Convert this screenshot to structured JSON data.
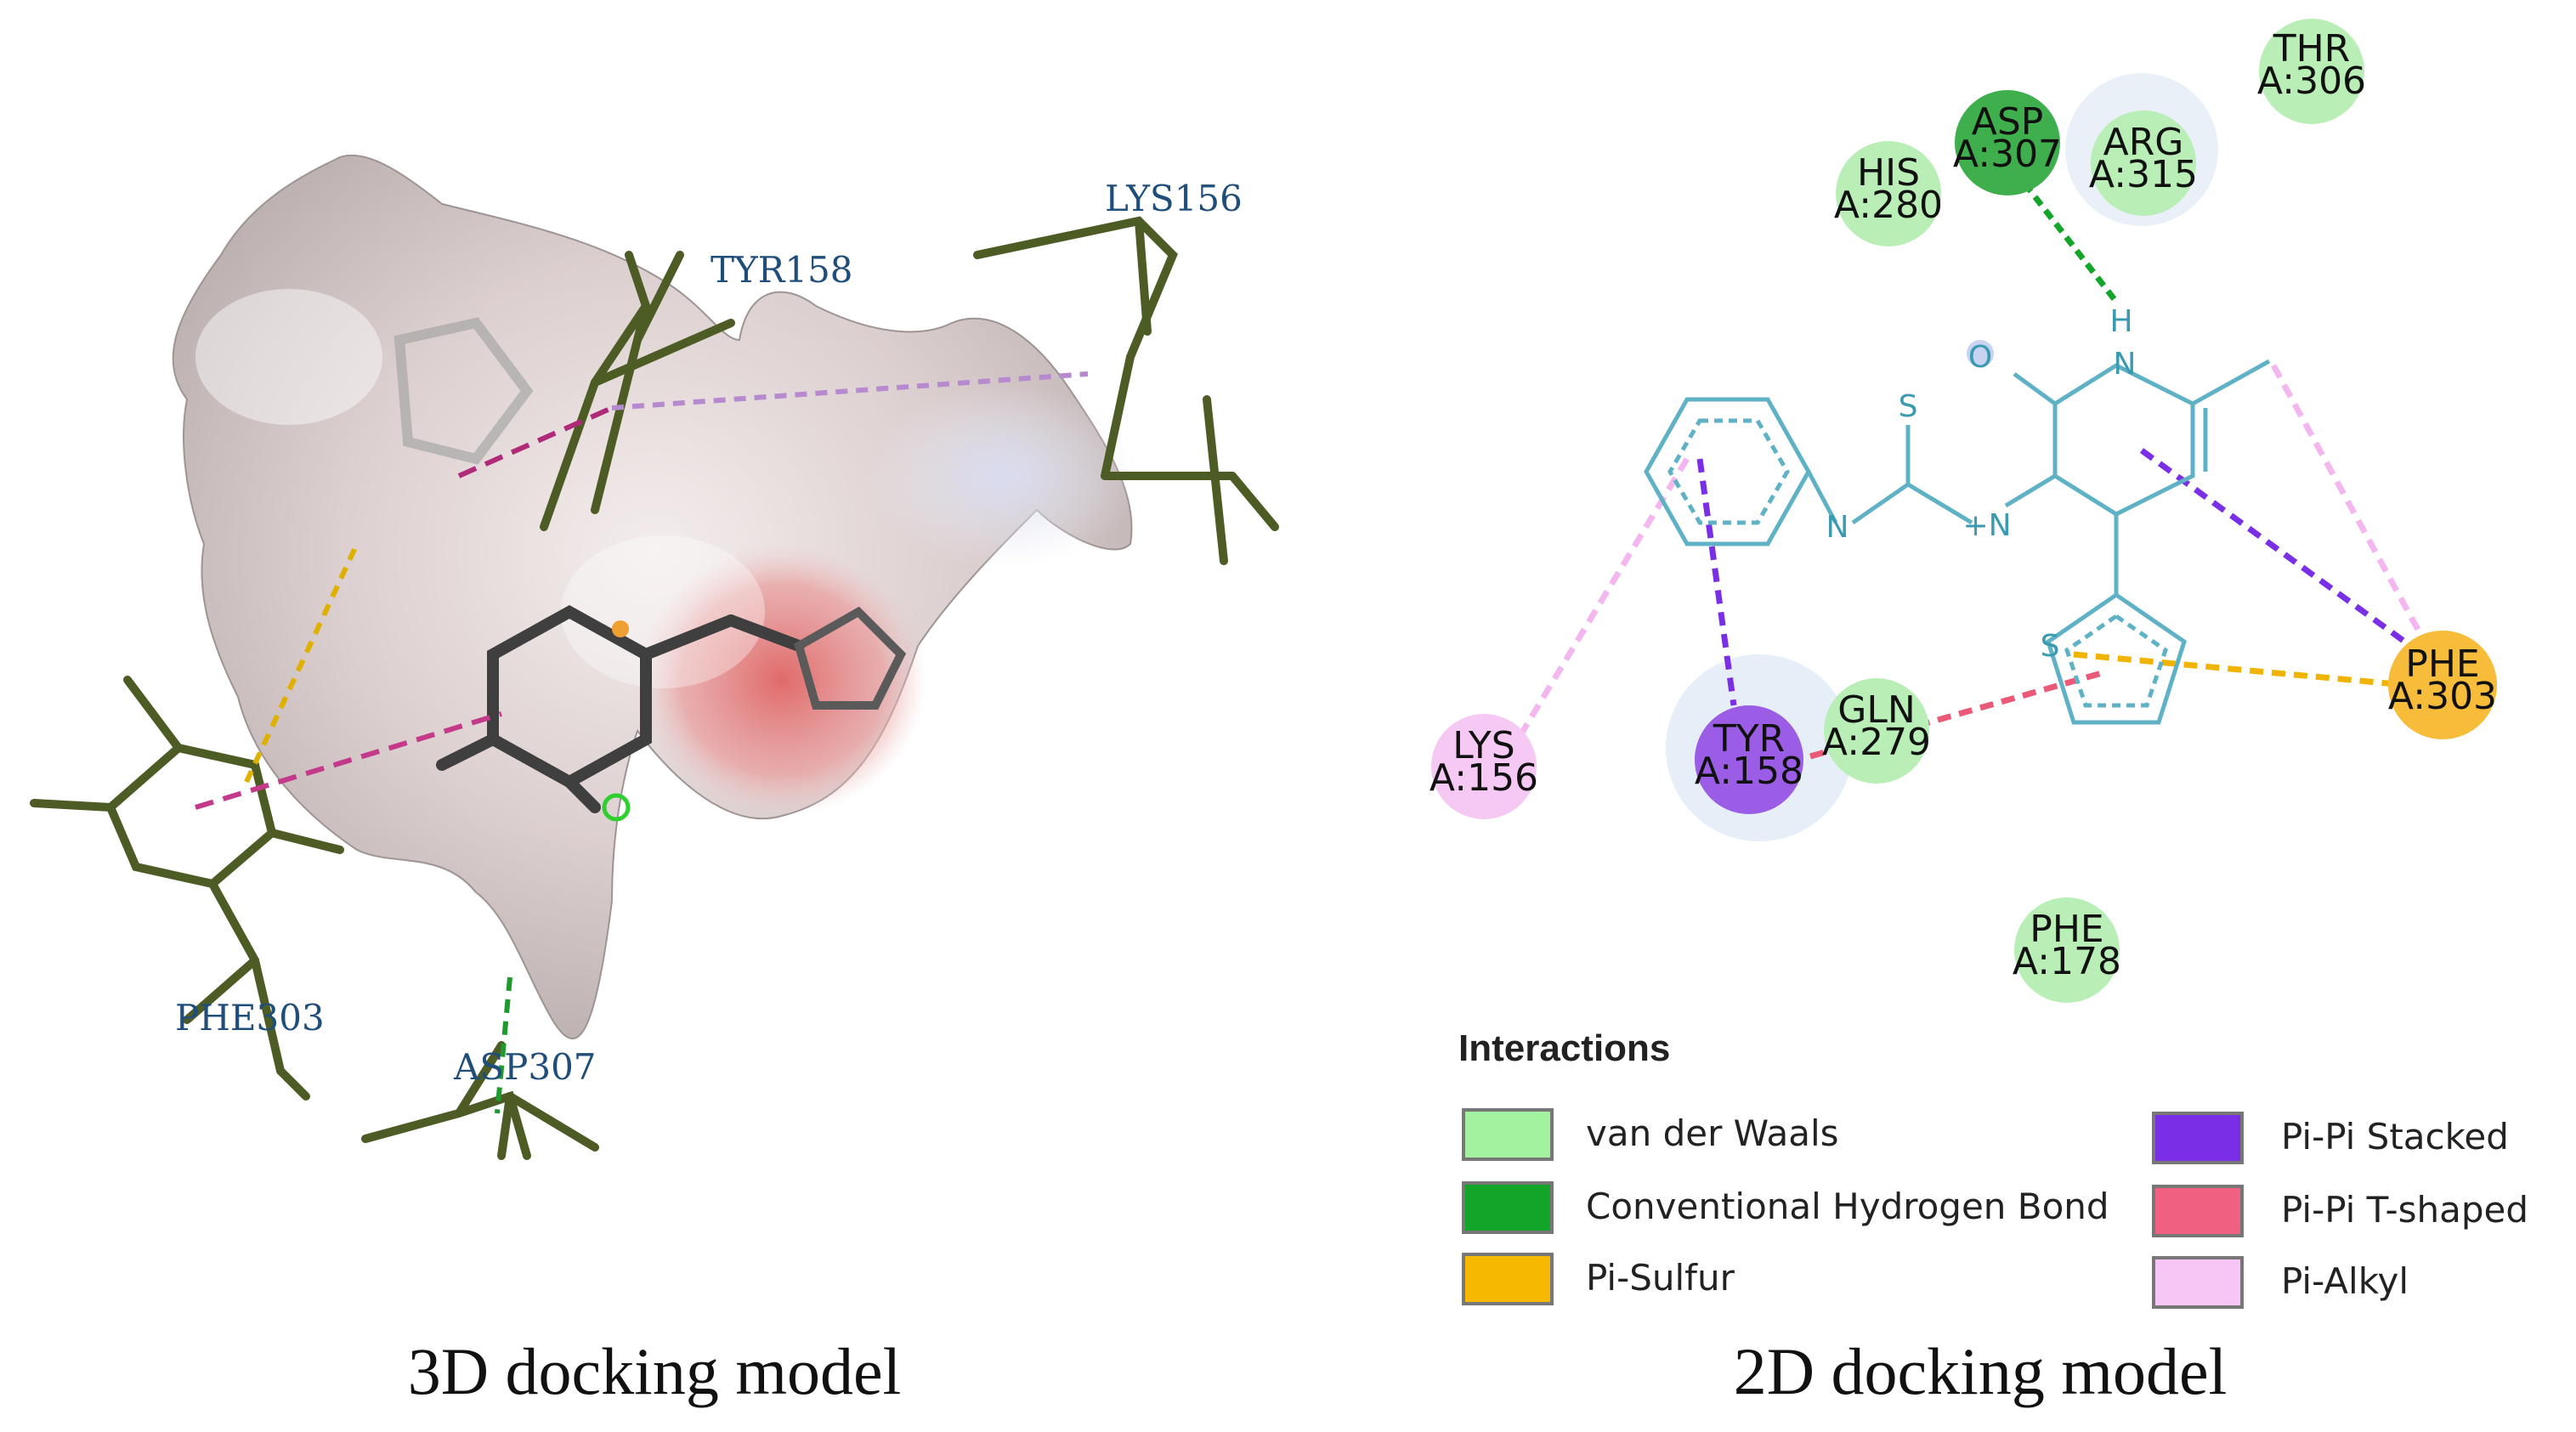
{
  "panel_3d": {
    "caption": "3D docking model",
    "labels": {
      "lys": "LYS156",
      "tyr": "TYR158",
      "phe": "PHE303",
      "asp": "ASP307"
    }
  },
  "panel_2d": {
    "caption": "2D docking model",
    "residues": {
      "thr306": {
        "name": "THR",
        "id": "A:306",
        "color": "#b9efb6"
      },
      "asp307": {
        "name": "ASP",
        "id": "A:307",
        "color": "#3fae4c"
      },
      "arg315": {
        "name": "ARG",
        "id": "A:315",
        "color": "#b9efb6"
      },
      "his280": {
        "name": "HIS",
        "id": "A:280",
        "color": "#b9efb6"
      },
      "lys156": {
        "name": "LYS",
        "id": "A:156",
        "color": "#f6c8f4"
      },
      "tyr158": {
        "name": "TYR",
        "id": "A:158",
        "color": "#9b5de5"
      },
      "gln279": {
        "name": "GLN",
        "id": "A:279",
        "color": "#b9efb6"
      },
      "phe303": {
        "name": "PHE",
        "id": "A:303",
        "color": "#f6bc3a"
      },
      "phe178": {
        "name": "PHE",
        "id": "A:178",
        "color": "#b9efb6"
      }
    },
    "atoms": {
      "s_top": "S",
      "o": "O",
      "n_amide": "N",
      "h": "H",
      "n_left": "N",
      "n_plus": "+N",
      "s_ring": "S"
    },
    "legend": {
      "title": "Interactions",
      "items": [
        {
          "label": "van der Waals",
          "color": "#a3f2a0"
        },
        {
          "label": "Conventional Hydrogen Bond",
          "color": "#12a52a"
        },
        {
          "label": "Pi-Sulfur",
          "color": "#f6b800"
        },
        {
          "label": "Pi-Pi Stacked",
          "color": "#7a2ee6"
        },
        {
          "label": "Pi-Pi T-shaped",
          "color": "#f06080"
        },
        {
          "label": "Pi-Alkyl",
          "color": "#f7c6f5"
        }
      ]
    }
  }
}
